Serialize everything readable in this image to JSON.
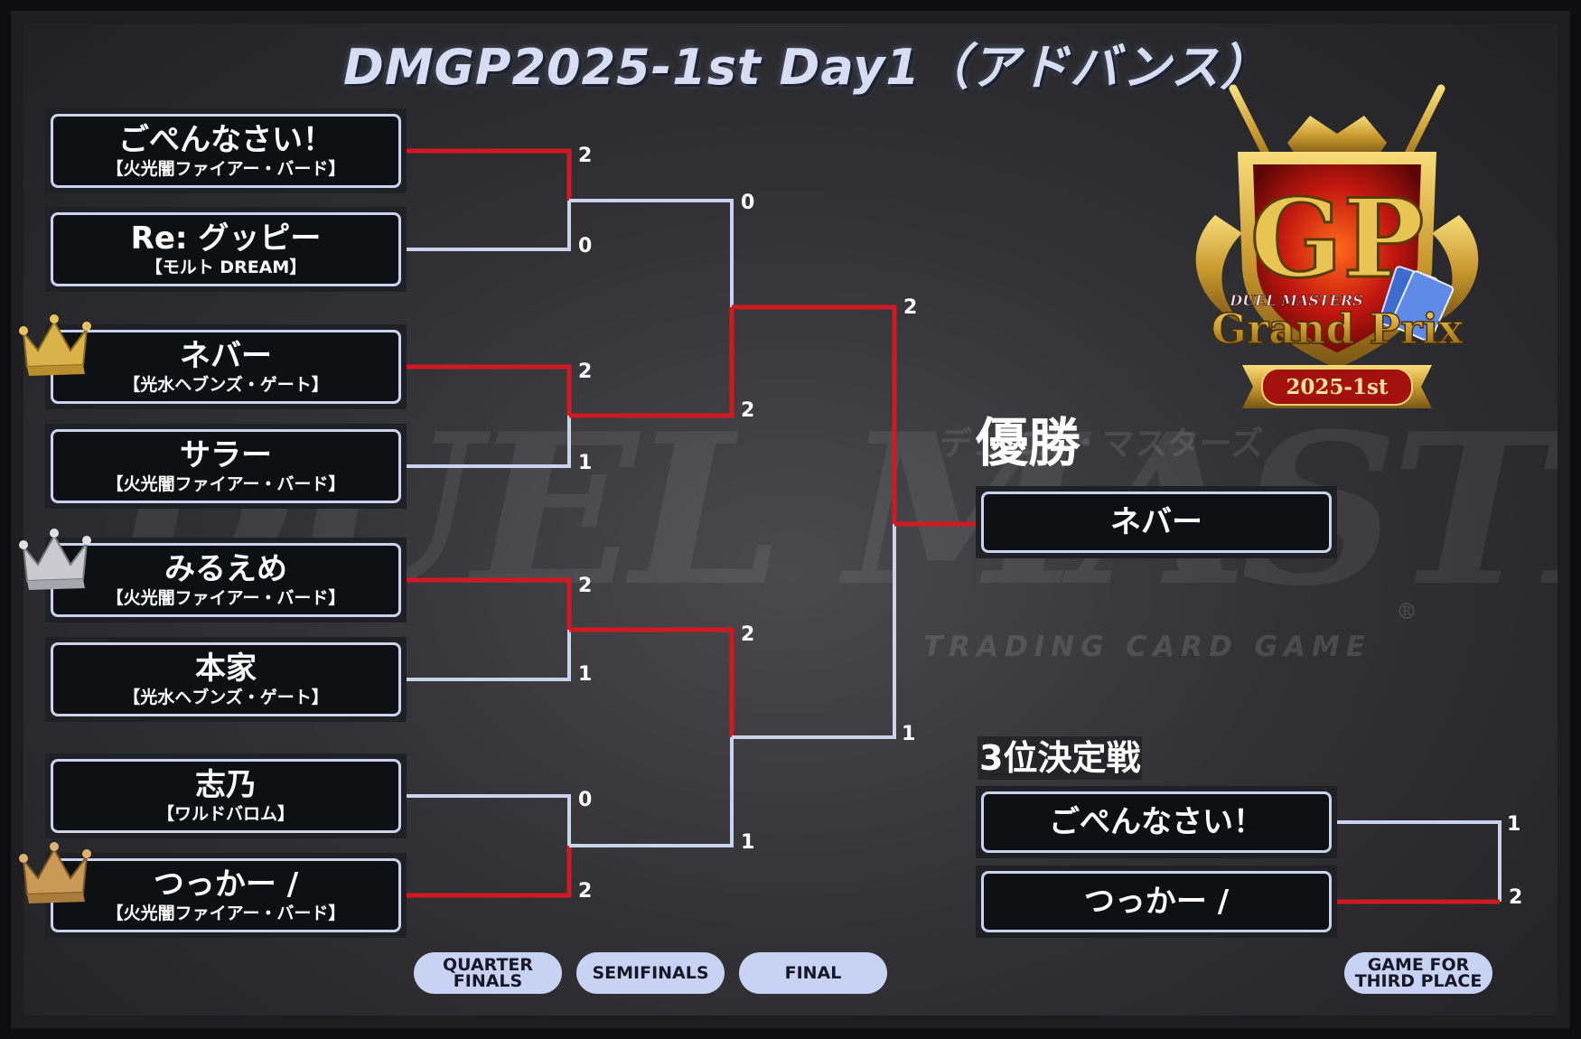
{
  "title": "DMGP2025-1st Day1（アドバンス）",
  "colors": {
    "win_line": "#d01a22",
    "lose_line": "#c9d2ee",
    "pill": "#c8d2f2",
    "gold": "#d9b24a",
    "silver": "#c9c9cf",
    "bronze": "#c89a55"
  },
  "players": [
    {
      "name": "ごぺんなさい！",
      "deck": "【火光闇ファイアー・バード】"
    },
    {
      "name": "Re: グッピー",
      "deck": "【モルト DREAM】"
    },
    {
      "name": "ネバー",
      "deck": "【光水ヘブンズ・ゲート】",
      "crown": "gold-crown-icon"
    },
    {
      "name": "サラー",
      "deck": "【火光闇ファイアー・バード】"
    },
    {
      "name": "みるえめ",
      "deck": "【火光闇ファイアー・バード】",
      "crown": "silver-crown-icon"
    },
    {
      "name": "本家",
      "deck": "【光水ヘブンズ・ゲート】"
    },
    {
      "name": "志乃",
      "deck": "【ワルドバロム】"
    },
    {
      "name": "つっかー /",
      "deck": "【火光闇ファイアー・バード】",
      "crown": "bronze-crown-icon"
    }
  ],
  "quarterfinal_scores": [
    "2",
    "0",
    "2",
    "1",
    "2",
    "1",
    "0",
    "2"
  ],
  "semifinal_scores": [
    "0",
    "2",
    "2",
    "1"
  ],
  "final_scores": [
    "2",
    "1"
  ],
  "winner": {
    "label": "優勝",
    "name": "ネバー"
  },
  "third_place": {
    "label": "3位決定戦",
    "players": [
      "ごぺんなさい！",
      "つっかー /"
    ],
    "scores": [
      "1",
      "2"
    ]
  },
  "round_labels": {
    "quarter": "QUARTER\nFINALS",
    "semi": "SEMIFINALS",
    "final": "FINAL",
    "third": "GAME FOR\nTHIRD PLACE"
  },
  "logo": {
    "gp_letters": "GP",
    "brand": "DUEL MASTERS",
    "grand_prix": "Grand Prix",
    "edition": "2025-1st"
  },
  "watermark": {
    "logo": "DUEL MASTERS",
    "katakana": "デュエル・マスターズ",
    "sub": "TRADING CARD GAME",
    "reg": "®"
  }
}
